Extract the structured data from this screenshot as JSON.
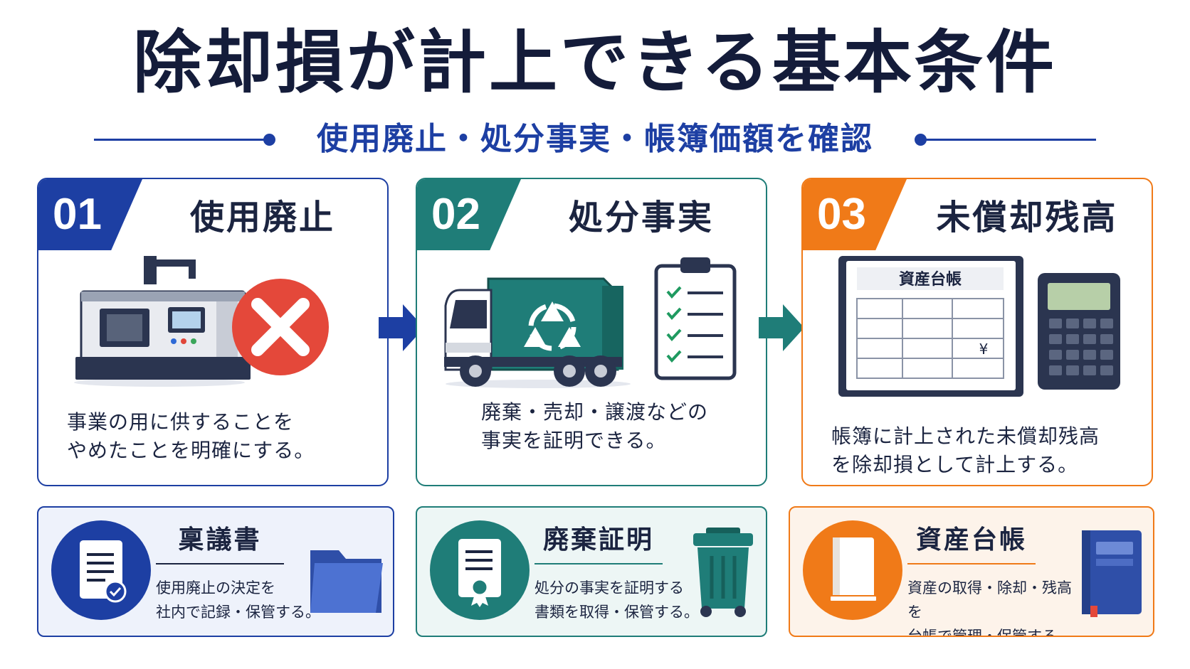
{
  "title": "除却損が計上できる基本条件",
  "subtitle": "使用廃止・処分事実・帳簿価額を確認",
  "colors": {
    "blue": "#1d3fa3",
    "teal": "#1f7d78",
    "orange": "#f07a18",
    "navy": "#141c3a"
  },
  "cards": [
    {
      "number": "01",
      "title": "使用廃止",
      "desc": [
        "事業の用に供することを",
        "やめたことを明確にする。"
      ],
      "icons": [
        "machine-icon",
        "cross-icon"
      ]
    },
    {
      "number": "02",
      "title": "処分事実",
      "desc": [
        "廃棄・売却・譲渡などの",
        "事実を証明できる。"
      ],
      "icons": [
        "garbage-truck-icon",
        "recycle-icon",
        "checklist-icon"
      ]
    },
    {
      "number": "03",
      "title": "未償却残高",
      "desc": [
        "帳簿に計上された未償却残高",
        "を除却損として計上する。"
      ],
      "ledger_label": "資産台帳",
      "yen": "¥",
      "icons": [
        "ledger-book-icon",
        "calculator-icon"
      ]
    }
  ],
  "docs": [
    {
      "title": "稟議書",
      "desc": [
        "使用廃止の決定を",
        "社内で記録・保管する。"
      ],
      "icons": [
        "approval-document-icon",
        "folder-icon"
      ]
    },
    {
      "title": "廃棄証明",
      "desc": [
        "処分の事実を証明する",
        "書類を取得・保管する。"
      ],
      "icons": [
        "certificate-icon",
        "trash-bin-icon"
      ]
    },
    {
      "title": "資産台帳",
      "desc": [
        "資産の取得・除却・残高を",
        "台帳で管理・保管する。"
      ],
      "icons": [
        "book-icon",
        "binder-icon"
      ]
    }
  ]
}
